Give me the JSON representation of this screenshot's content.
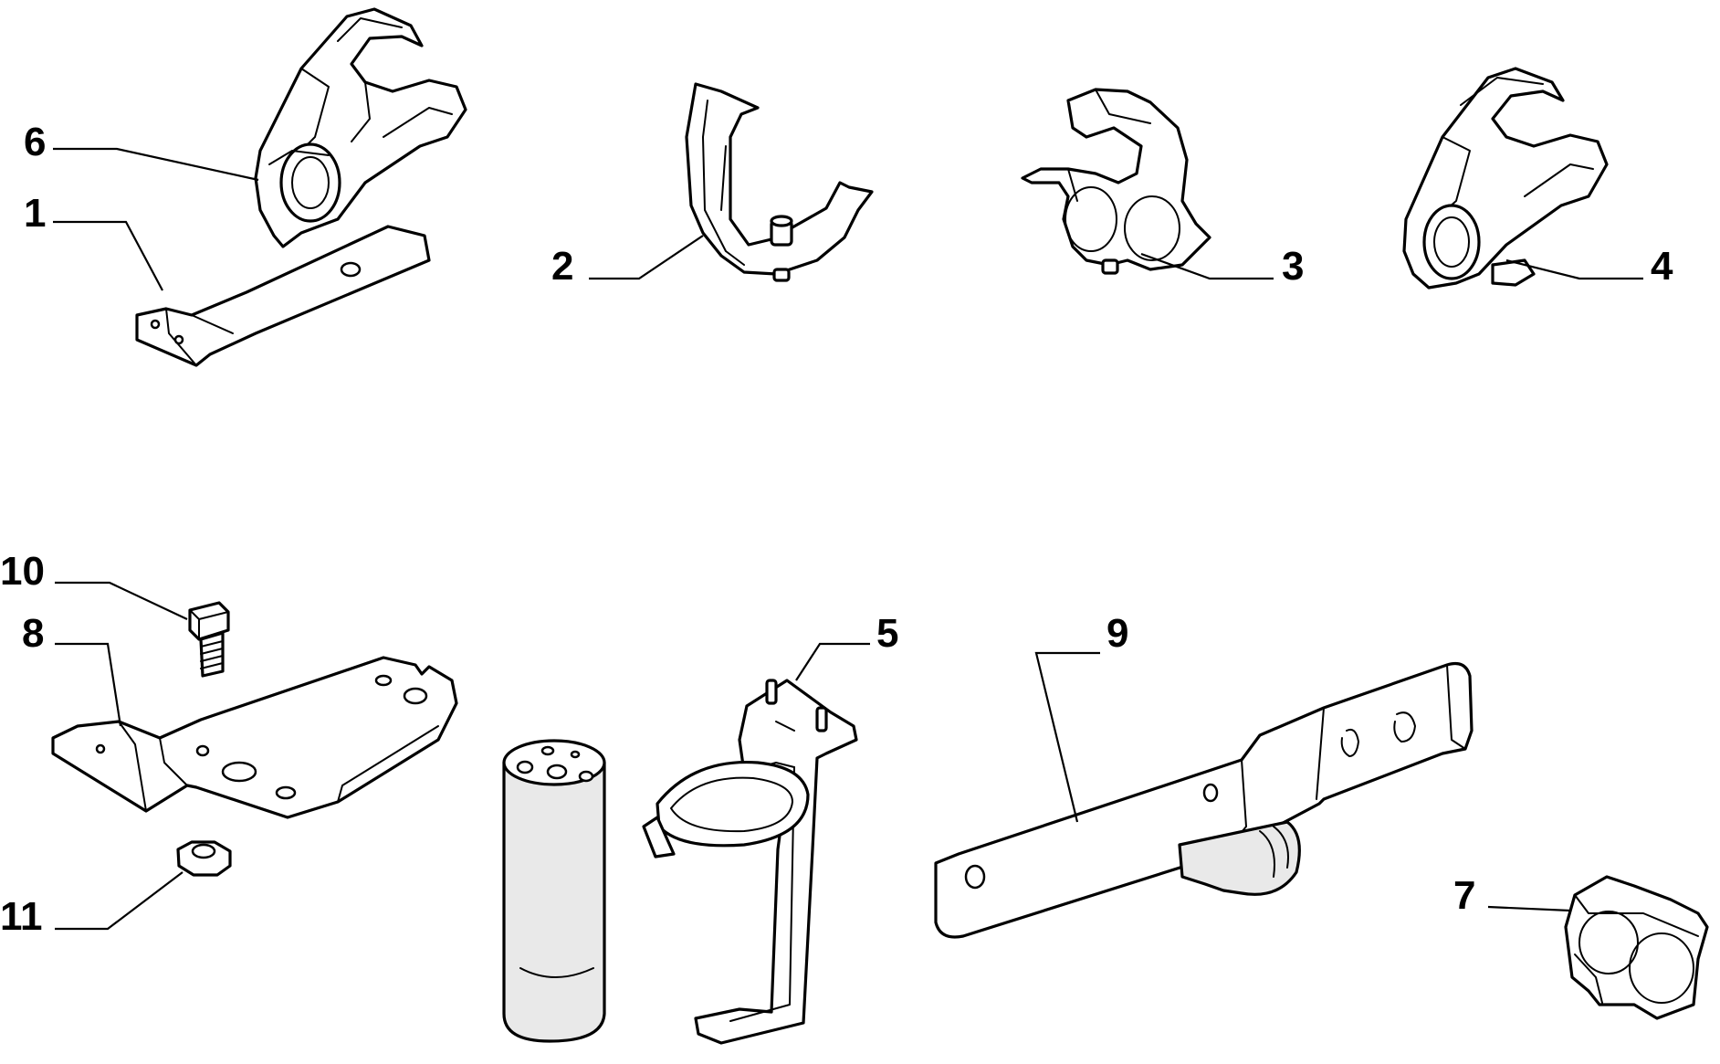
{
  "colors": {
    "line": "#000000",
    "background": "#ffffff",
    "shade": "#e9e9e9"
  },
  "callouts": [
    {
      "id": "1",
      "text": "1"
    },
    {
      "id": "2",
      "text": "2"
    },
    {
      "id": "3",
      "text": "3"
    },
    {
      "id": "4",
      "text": "4"
    },
    {
      "id": "5",
      "text": "5"
    },
    {
      "id": "6",
      "text": "6"
    },
    {
      "id": "7",
      "text": "7"
    },
    {
      "id": "8",
      "text": "8"
    },
    {
      "id": "9",
      "text": "9"
    },
    {
      "id": "10",
      "text": "10"
    },
    {
      "id": "11",
      "text": "11"
    }
  ]
}
